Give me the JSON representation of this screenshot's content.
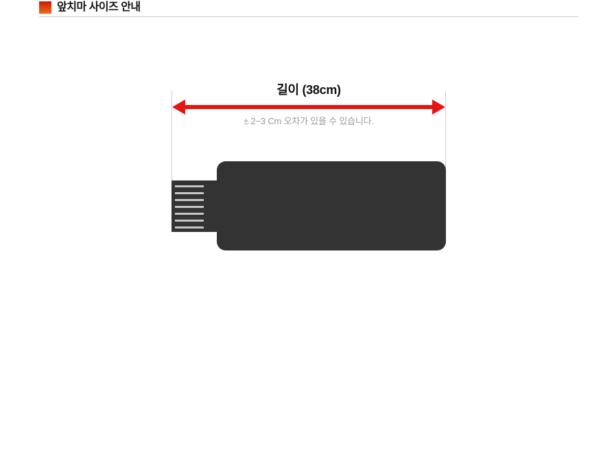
{
  "header": {
    "title": "앞치마 사이즈 안내"
  },
  "diagram": {
    "dimension_label": "길이 (38cm)",
    "length_cm": 38,
    "tolerance_note": "± 2~3 Cm 오차가 있을 수 있습니다.",
    "strap_stripe_count": 7
  },
  "colors": {
    "accent_top": "#d01505",
    "accent_bottom": "#ee6e1c",
    "arrow_red": "#e61414",
    "apron_dark": "#333333",
    "divider_gray": "#cccccc",
    "note_gray": "#999999",
    "stripe_gray": "#c6c6c6"
  }
}
